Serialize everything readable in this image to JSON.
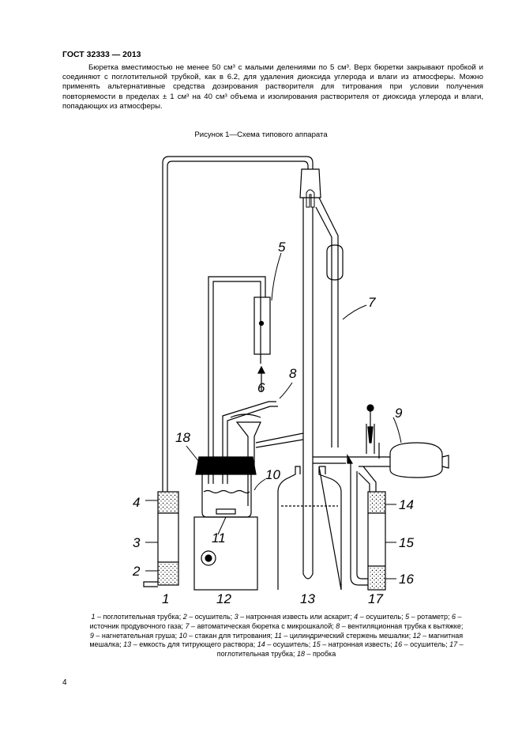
{
  "header": {
    "title": "ГОСТ 32333 — 2013"
  },
  "paragraph": {
    "text": "Бюретка вместимостью не менее 50 см³ с малыми делениями по 5 см³. Верх бюретки закрывают пробкой и соединяют с поглотительной трубкой, как в 6.2, для удаления диоксида углерода и влаги из атмосферы. Можно применять альтернативные средства дозирования растворителя для титрования при условии получения повторяемости в пределах ± 1 см³ на 40 см³ объема и изолирования растворителя от диоксида углерода и влаги, попадающих из атмосферы."
  },
  "figure": {
    "caption": "Рисунок 1—Схема типового аппарата",
    "labels": {
      "l1": "1",
      "l2": "2",
      "l3": "3",
      "l4": "4",
      "l5": "5",
      "l6": "6",
      "l7": "7",
      "l8": "8",
      "l9": "9",
      "l10": "10",
      "l11": "11",
      "l12": "12",
      "l13": "13",
      "l14": "14",
      "l15": "15",
      "l16": "16",
      "l17": "17",
      "l18": "18"
    }
  },
  "legend": [
    {
      "num": "1",
      "text": " – поглотительная трубка; "
    },
    {
      "num": "2",
      "text": " – осушитель; "
    },
    {
      "num": "3",
      "text": " – натронная известь или аскарит; "
    },
    {
      "num": "4",
      "text": " – осушитель; "
    },
    {
      "num": "5",
      "text": " – ротаметр; "
    },
    {
      "num": "6",
      "text": " – источник продувочного газа; "
    },
    {
      "num": "7",
      "text": " – автоматическая бюретка с микрошкалой; "
    },
    {
      "num": "8",
      "text": " – вентиляционная трубка к вытяжке; "
    },
    {
      "num": "9",
      "text": " – нагнетательная груша; "
    },
    {
      "num": "10",
      "text": " – стакан для титрования; "
    },
    {
      "num": "11",
      "text": " – цилиндрический стержень мешалки; "
    },
    {
      "num": "12",
      "text": " – магнитная мешалка; "
    },
    {
      "num": "13",
      "text": " – емкость для титрующего раствора; "
    },
    {
      "num": "14",
      "text": " – осушитель; "
    },
    {
      "num": "15",
      "text": " – натронная известь; "
    },
    {
      "num": "16",
      "text": " – осушитель; "
    },
    {
      "num": "17",
      "text": " – поглотительная трубка; "
    },
    {
      "num": "18",
      "text": " – пробка"
    }
  ],
  "page_number": "4"
}
